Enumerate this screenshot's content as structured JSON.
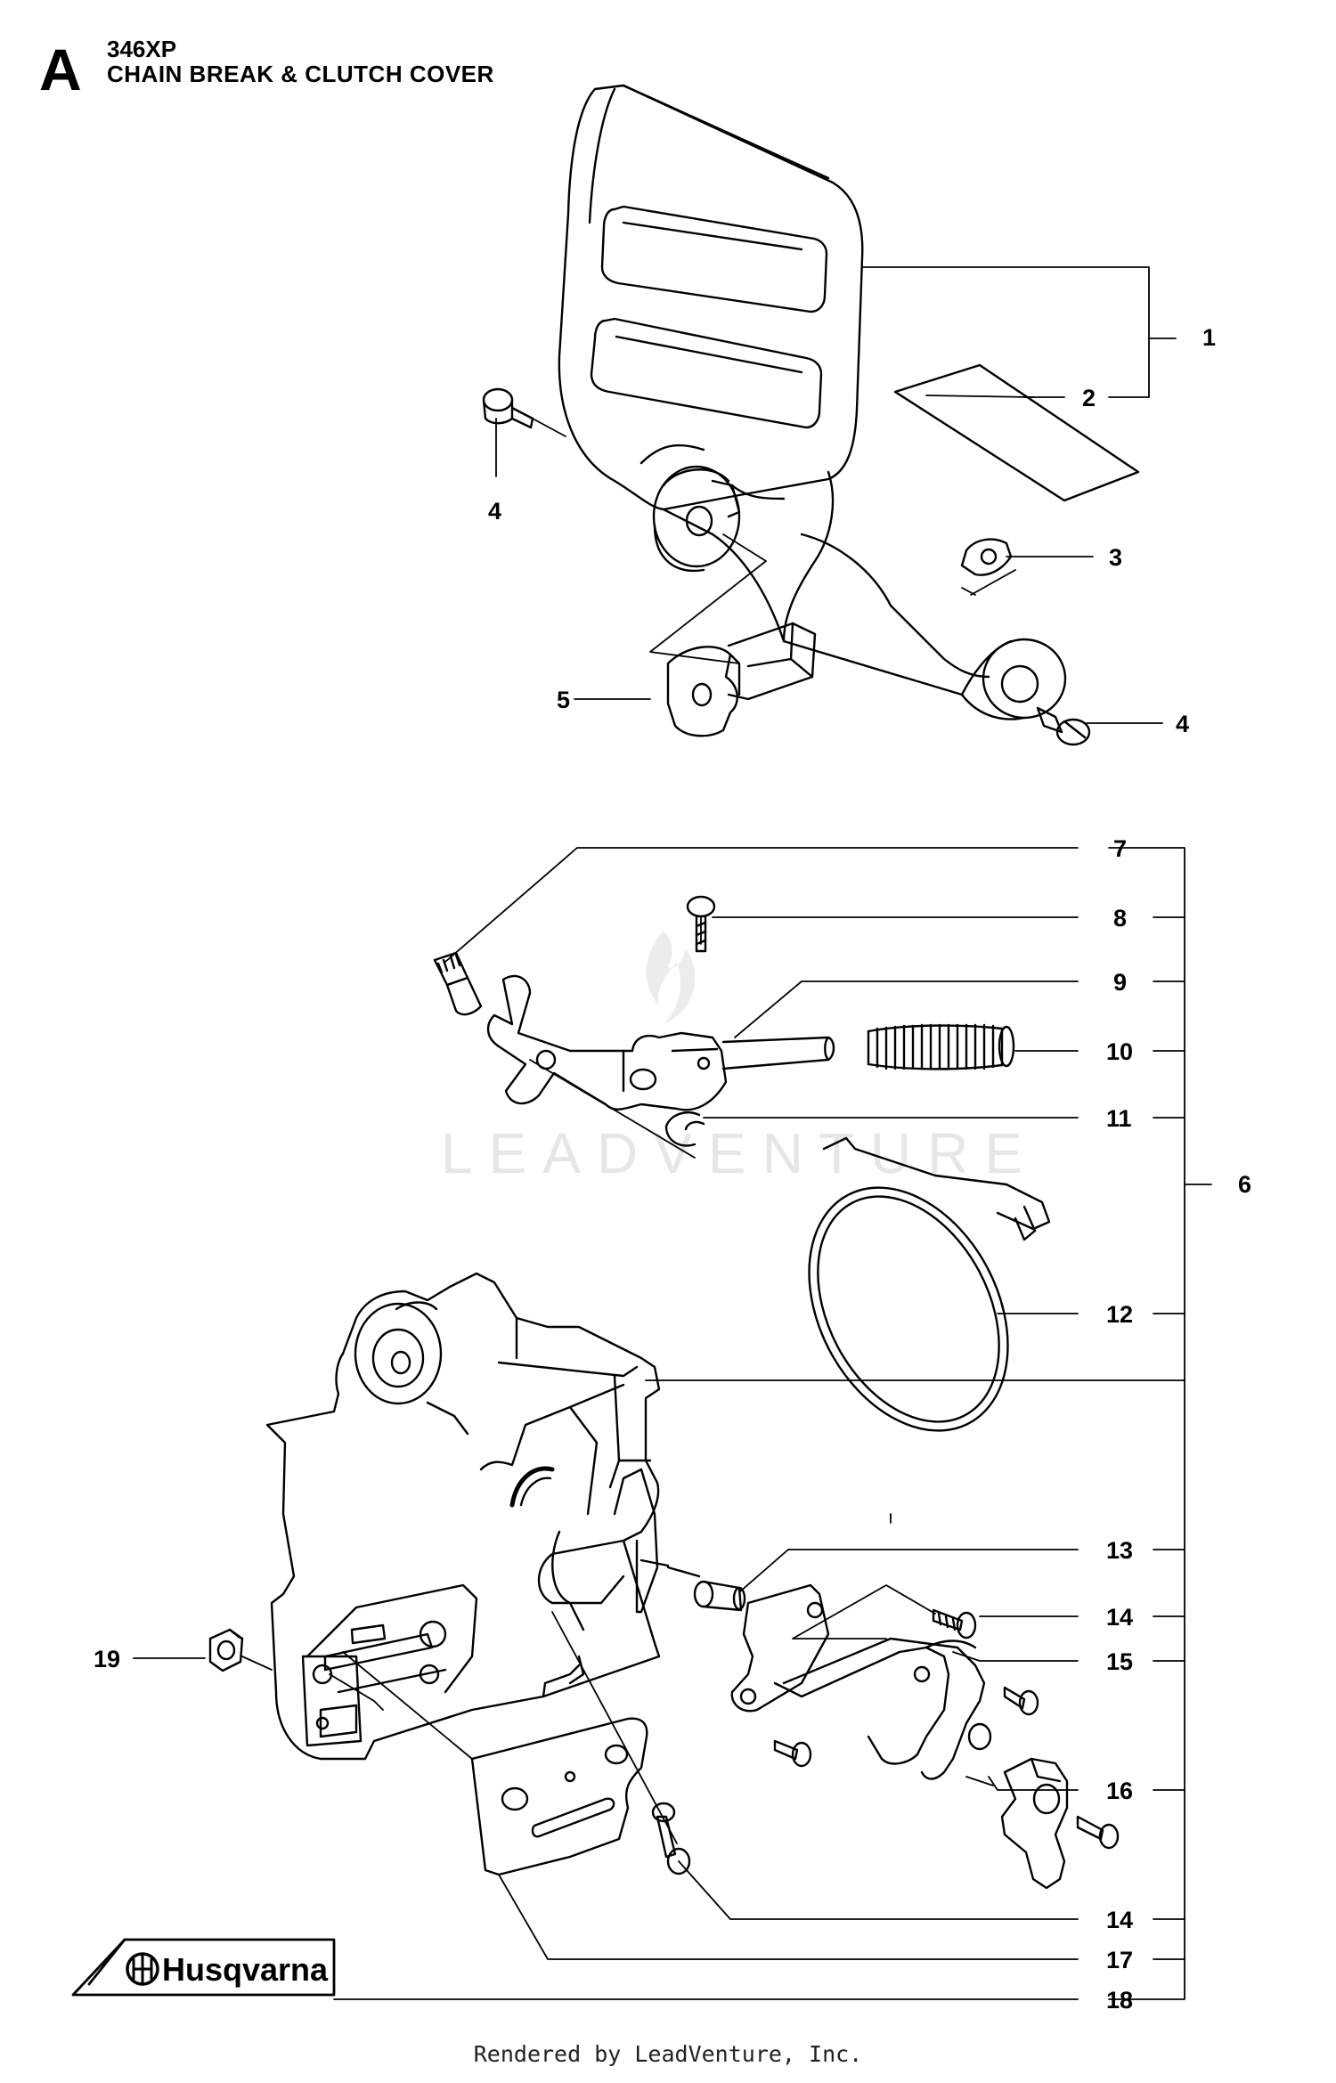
{
  "header": {
    "section_letter": "A",
    "model": "346XP",
    "title": "CHAIN BREAK & CLUTCH COVER"
  },
  "brand": {
    "logo_text": "Husqvarna"
  },
  "watermark": {
    "text": "LEADVENTURE"
  },
  "footer": {
    "text": "Rendered by LeadVenture, Inc."
  },
  "callouts": [
    {
      "id": "c1",
      "label": "1"
    },
    {
      "id": "c2",
      "label": "2"
    },
    {
      "id": "c3",
      "label": "3"
    },
    {
      "id": "c4a",
      "label": "4"
    },
    {
      "id": "c4b",
      "label": "4"
    },
    {
      "id": "c5",
      "label": "5"
    },
    {
      "id": "c6",
      "label": "6"
    },
    {
      "id": "c7",
      "label": "7"
    },
    {
      "id": "c8",
      "label": "8"
    },
    {
      "id": "c9",
      "label": "9"
    },
    {
      "id": "c10",
      "label": "10"
    },
    {
      "id": "c11",
      "label": "11"
    },
    {
      "id": "c12",
      "label": "12"
    },
    {
      "id": "c13",
      "label": "13"
    },
    {
      "id": "c14a",
      "label": "14"
    },
    {
      "id": "c15",
      "label": "15"
    },
    {
      "id": "c16",
      "label": "16"
    },
    {
      "id": "c14b",
      "label": "14"
    },
    {
      "id": "c17",
      "label": "17"
    },
    {
      "id": "c18",
      "label": "18"
    },
    {
      "id": "c19",
      "label": "19"
    }
  ]
}
